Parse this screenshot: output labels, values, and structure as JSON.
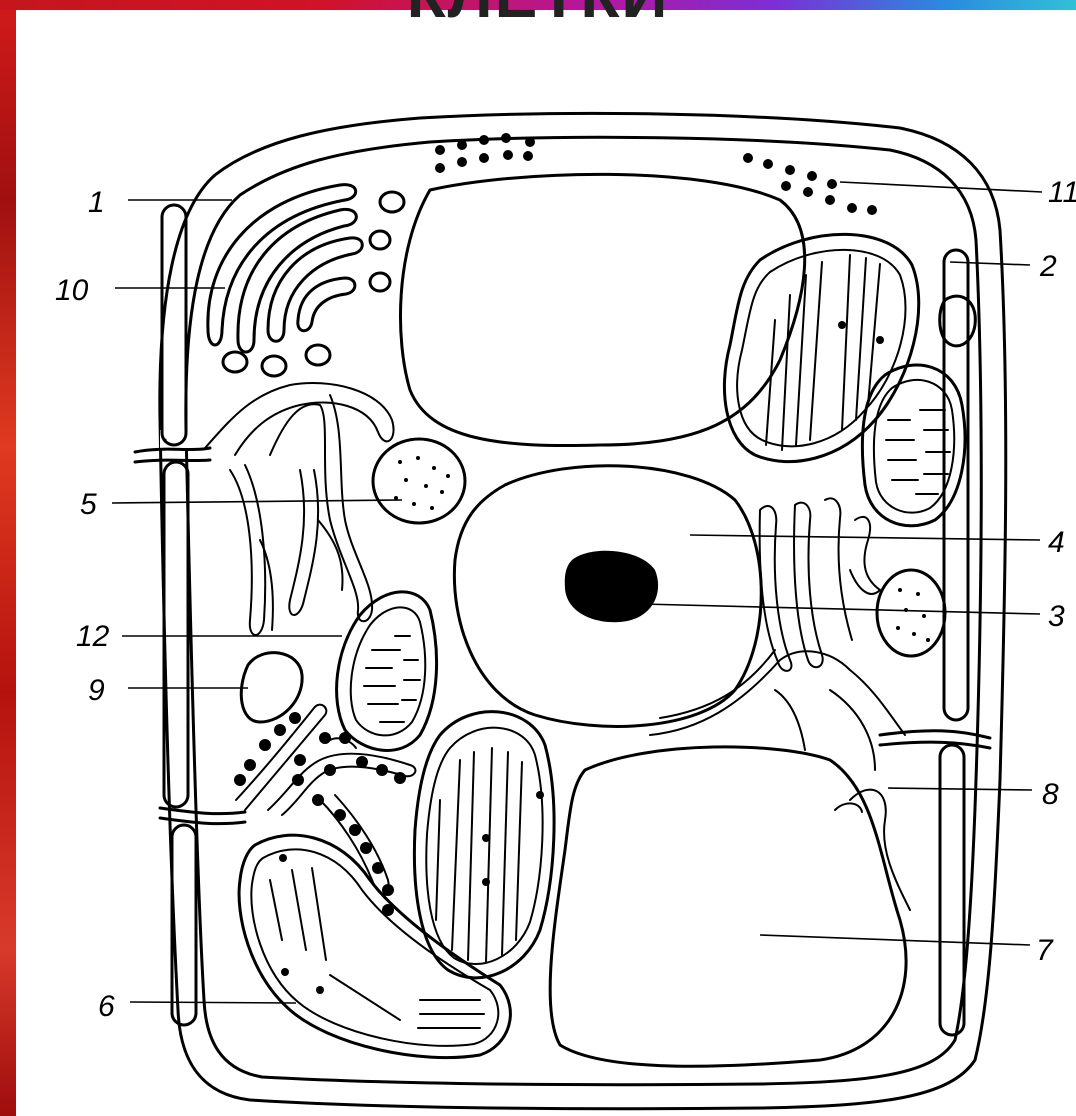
{
  "slide": {
    "title": "КЛЕТКИ"
  },
  "labels": [
    {
      "id": "l1",
      "text": "1"
    },
    {
      "id": "l11",
      "text": "11"
    },
    {
      "id": "l2",
      "text": "2"
    },
    {
      "id": "l10",
      "text": "10"
    },
    {
      "id": "l5",
      "text": "5"
    },
    {
      "id": "l4",
      "text": "4"
    },
    {
      "id": "l3",
      "text": "3"
    },
    {
      "id": "l12",
      "text": "12"
    },
    {
      "id": "l9",
      "text": "9"
    },
    {
      "id": "l8",
      "text": "8"
    },
    {
      "id": "l7",
      "text": "7"
    },
    {
      "id": "l6",
      "text": "6"
    }
  ],
  "colors": {
    "ink": "#000000",
    "background": "#ffffff",
    "accent_strip": "#c4161c"
  }
}
